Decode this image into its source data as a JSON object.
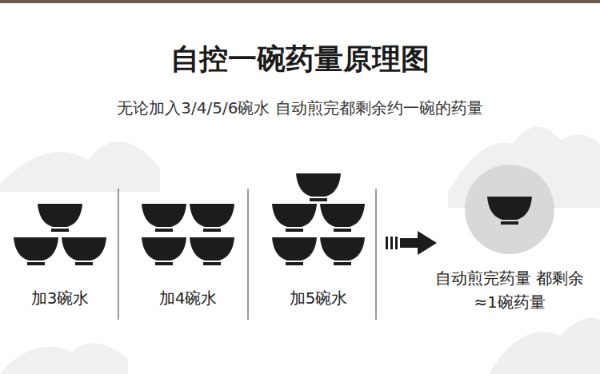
{
  "diagram": {
    "title": "自控一碗药量原理图",
    "labels": [
      "无论加入3/4/5/6碗水 自动煎完都剩余约一碗的药量",
      "加3碗水",
      "加4碗水",
      "加5碗水",
      "自动煎完药量 都剩余≈1碗药量"
    ]
  }
}
